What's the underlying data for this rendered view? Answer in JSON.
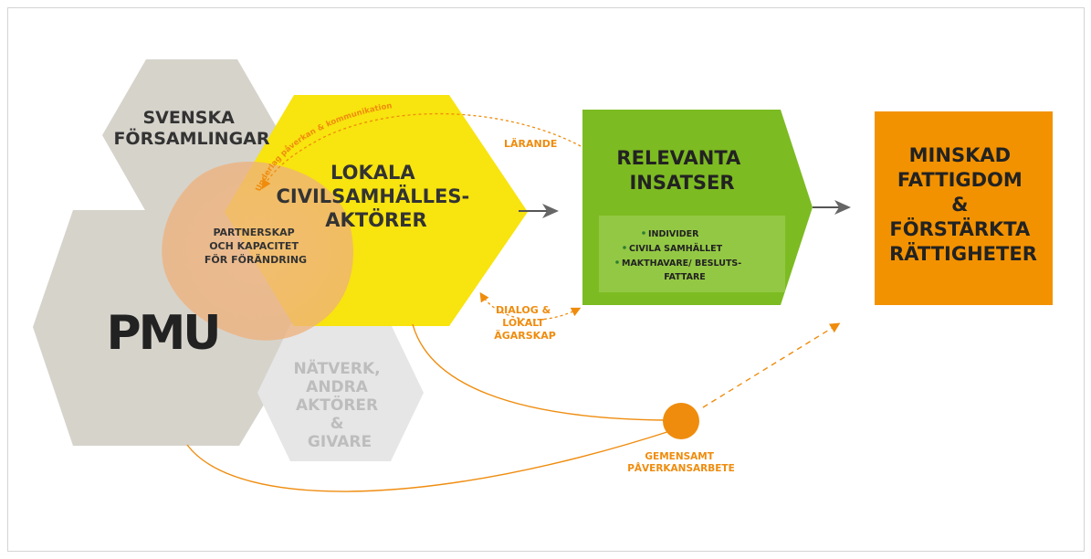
{
  "hexagons": {
    "svenska": {
      "lines": [
        "SVENSKA",
        "FÖRSAMLINGAR"
      ]
    },
    "lokala": {
      "lines": [
        "LOKALA",
        "CIVILSAMHÄLLES-",
        "AKTÖRER"
      ]
    },
    "partnerskap": {
      "lines": [
        "PARTNERSKAP",
        "OCH KAPACITET",
        "FÖR FÖRÄNDRING"
      ]
    },
    "pmu": {
      "logo": "PMU"
    },
    "natverk": {
      "lines": [
        "NÄTVERK,",
        "ANDRA",
        "AKTÖRER",
        "&",
        "GIVARE"
      ]
    }
  },
  "relevanta": {
    "title": [
      "RELEVANTA",
      "INSATSER"
    ],
    "items": [
      "INDIVIDER",
      "CIVILA SAMHÄLLET",
      "MAKTHAVARE/ BESLUTS-",
      "FATTARE"
    ]
  },
  "outcome": {
    "lines": [
      "MINSKAD",
      "FATTIGDOM",
      "&",
      "FÖRSTÄRKTA",
      "RÄTTIGHETER"
    ]
  },
  "annotations": {
    "underlag": "Underlag påverkan & kommunikation",
    "larande": "LÄRANDE",
    "dialog": [
      "DIALOG &",
      "LOKALT",
      "ÄGARSKAP"
    ],
    "gemensamt": [
      "GEMENSAMT",
      "PÅVERKANSARBETE"
    ]
  },
  "colors": {
    "grey_hex": "#d6d3cb",
    "yellow": "#f8e40e",
    "green": "#7dbb22",
    "orange_box": "#f39200",
    "accent_orange": "#ef8c0e",
    "light_grey": "#e6e6e6"
  }
}
